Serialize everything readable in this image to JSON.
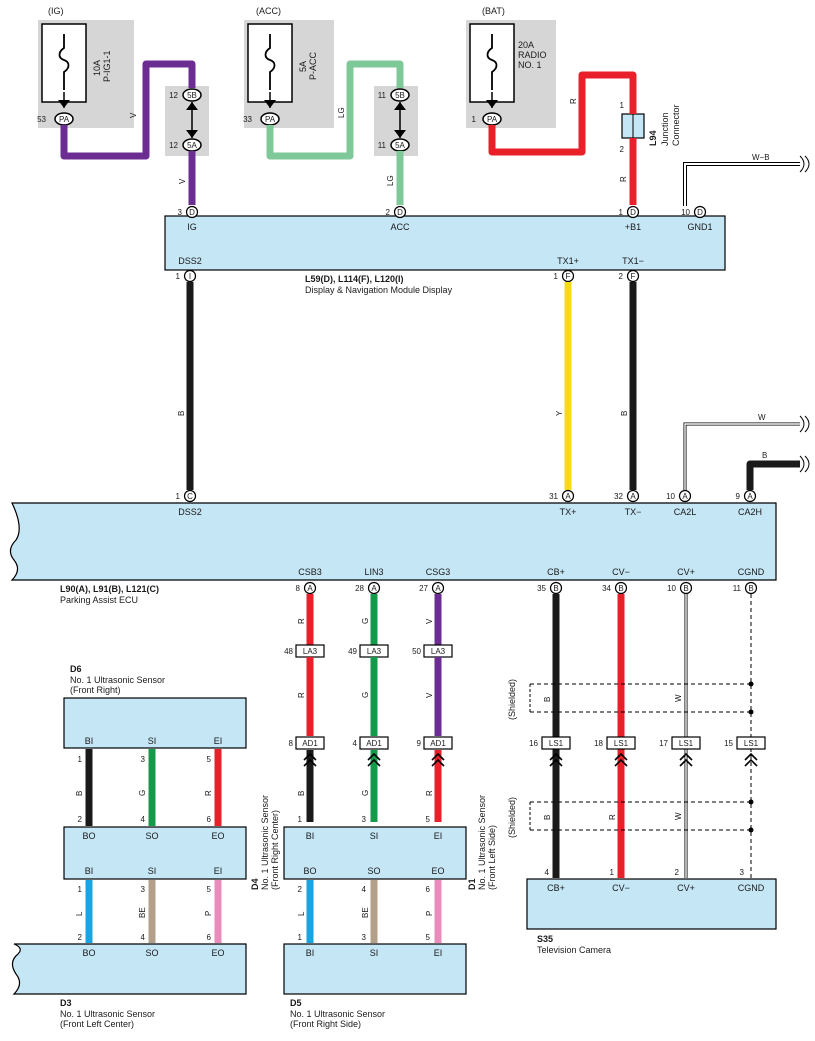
{
  "fuses": [
    {
      "source": "(IG)",
      "rating": "10A",
      "name": "P-IG1-1",
      "pin": "53",
      "conn": "PA"
    },
    {
      "source": "(ACC)",
      "rating": "5A",
      "name": "P-ACC",
      "pin": "33",
      "conn": "PA"
    },
    {
      "source": "(BAT)",
      "rating": "20A",
      "name": "RADIO",
      "name2": "NO. 1",
      "pin": "1",
      "conn": "PA"
    }
  ],
  "junctions": [
    {
      "top_pin": "12",
      "top_conn": "5B",
      "bot_pin": "12",
      "bot_conn": "5A"
    },
    {
      "top_pin": "11",
      "top_conn": "5B",
      "bot_pin": "11",
      "bot_conn": "5A"
    }
  ],
  "junction_connector": {
    "code": "L94",
    "label1": "Junction",
    "label2": "Connector",
    "pin_top": "1",
    "pin_bot": "2"
  },
  "display": {
    "codes": "L59(D), L114(F), L120(I)",
    "name": "Display & Navigation Module Display",
    "pins_top": [
      {
        "num": "3",
        "conn": "D",
        "label": "IG"
      },
      {
        "num": "2",
        "conn": "D",
        "label": "ACC"
      },
      {
        "num": "1",
        "conn": "D",
        "label": "+B1"
      },
      {
        "num": "10",
        "conn": "D",
        "label": "GND1"
      }
    ],
    "pins_bottom": [
      {
        "num": "1",
        "conn": "I",
        "label": "DSS2"
      },
      {
        "num": "1",
        "conn": "F",
        "label": "TX1+"
      },
      {
        "num": "2",
        "conn": "F",
        "label": "TX1−"
      }
    ]
  },
  "ecu": {
    "codes": "L90(A), L91(B), L121(C)",
    "name": "Parking Assist ECU",
    "pins_top": [
      {
        "num": "1",
        "conn": "C",
        "label": "DSS2"
      },
      {
        "num": "31",
        "conn": "A",
        "label": "TX+"
      },
      {
        "num": "32",
        "conn": "A",
        "label": "TX−"
      },
      {
        "num": "10",
        "conn": "A",
        "label": "CA2L"
      },
      {
        "num": "9",
        "conn": "A",
        "label": "CA2H"
      }
    ],
    "pins_bottom": [
      {
        "num": "8",
        "conn": "A",
        "label": "CSB3"
      },
      {
        "num": "28",
        "conn": "A",
        "label": "LIN3"
      },
      {
        "num": "27",
        "conn": "A",
        "label": "CSG3"
      },
      {
        "num": "35",
        "conn": "B",
        "label": "CB+"
      },
      {
        "num": "34",
        "conn": "B",
        "label": "CV−"
      },
      {
        "num": "10",
        "conn": "B",
        "label": "CV+"
      },
      {
        "num": "11",
        "conn": "B",
        "label": "CGND"
      }
    ]
  },
  "wire_codes": {
    "V": "V",
    "LG": "LG",
    "R": "R",
    "B": "B",
    "Y": "Y",
    "W": "W",
    "WB": "W−B",
    "G": "G",
    "L": "L",
    "BE": "BE",
    "P": "P"
  },
  "connectors": {
    "la3": "LA3",
    "ad1": "AD1",
    "ls1": "LS1",
    "la3_pins": [
      "48",
      "49",
      "50"
    ],
    "ad1_pins": [
      "8",
      "4",
      "9"
    ],
    "ls1_pins": [
      "16",
      "18",
      "17",
      "15"
    ]
  },
  "shielded": "(Shielded)",
  "sensors": {
    "d6": {
      "code": "D6",
      "name": "No. 1 Ultrasonic Sensor",
      "pos": "(Front Right)",
      "pins": [
        "BI",
        "SI",
        "EI"
      ],
      "nums": [
        "1",
        "3",
        "5"
      ]
    },
    "d3": {
      "code": "D3",
      "name": "No. 1 Ultrasonic Sensor",
      "pos": "(Front Left Center)"
    },
    "d4": {
      "code": "D4",
      "name": "No. 1 Ultrasonic Sensor",
      "pos": "(Front Right Center)"
    },
    "d1": {
      "code": "D1",
      "name": "No. 1 Ultrasonic Sensor",
      "pos": "(Front Left Side)"
    },
    "d5": {
      "code": "D5",
      "name": "No. 1 Ultrasonic Sensor",
      "pos": "(Front Right Side)"
    },
    "mid_left_top": [
      "BO",
      "SO",
      "EO"
    ],
    "mid_left_top_nums": [
      "2",
      "4",
      "6"
    ],
    "mid_left_bot": [
      "BI",
      "SI",
      "EI"
    ],
    "mid_left_bot_nums": [
      "1",
      "3",
      "5"
    ],
    "d3_pins": [
      "BO",
      "SO",
      "EO"
    ],
    "d3_nums": [
      "2",
      "4",
      "6"
    ],
    "d4d1_top": [
      "BI",
      "SI",
      "EI"
    ],
    "d4d1_top_nums": [
      "1",
      "3",
      "5"
    ],
    "d4d1_bot": [
      "BO",
      "SO",
      "EO"
    ],
    "d4d1_bot_nums": [
      "2",
      "4",
      "6"
    ],
    "d5_pins": [
      "BI",
      "SI",
      "EI"
    ],
    "d5_nums": [
      "1",
      "3",
      "5"
    ]
  },
  "camera": {
    "code": "S35",
    "name": "Television Camera",
    "pins": [
      {
        "num": "4",
        "label": "CB+"
      },
      {
        "num": "1",
        "label": "CV−"
      },
      {
        "num": "2",
        "label": "CV+"
      },
      {
        "num": "3",
        "label": "CGND"
      }
    ]
  },
  "colors": {
    "violet": "#6b2d91",
    "light_green": "#7fc89a",
    "red": "#e8202a",
    "black": "#1a1a1a",
    "yellow": "#f7d916",
    "green": "#149a4a",
    "blue": "#1aa4e0",
    "beige": "#b3a08a",
    "pink": "#e98bbb",
    "box": "#c5e6f5",
    "fuse_bg": "#d6d6d6"
  }
}
